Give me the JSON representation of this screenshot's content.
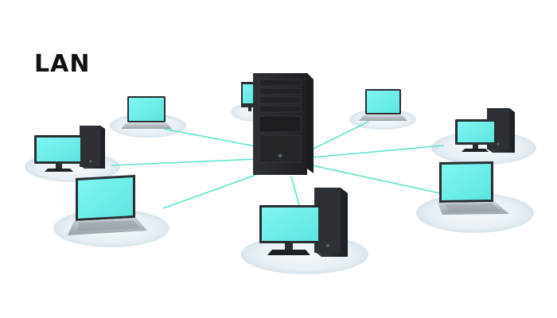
{
  "diagram": {
    "title": "LAN",
    "colors": {
      "link": "#5fe3cf",
      "screen": "#66f0ec",
      "case": "#2b2f33",
      "case_dark": "#17191b",
      "pad": "#e9f1f6",
      "pad_edge": "#d6e3ea",
      "laptop_base": "#b9c2c8"
    },
    "nodes": [
      {
        "id": "server",
        "kind": "server-tower"
      },
      {
        "id": "laptop-top-left",
        "kind": "laptop"
      },
      {
        "id": "desktop-behind-server",
        "kind": "desktop"
      },
      {
        "id": "laptop-top-right",
        "kind": "laptop"
      },
      {
        "id": "desktop-left",
        "kind": "desktop"
      },
      {
        "id": "desktop-right",
        "kind": "desktop"
      },
      {
        "id": "laptop-bottom-left",
        "kind": "laptop"
      },
      {
        "id": "desktop-bottom-center",
        "kind": "desktop"
      },
      {
        "id": "laptop-bottom-right",
        "kind": "laptop"
      }
    ],
    "links": [
      {
        "from": "server",
        "to": "laptop-top-left"
      },
      {
        "from": "server",
        "to": "laptop-top-right"
      },
      {
        "from": "server",
        "to": "desktop-left"
      },
      {
        "from": "server",
        "to": "desktop-right"
      },
      {
        "from": "server",
        "to": "laptop-bottom-left"
      },
      {
        "from": "server",
        "to": "desktop-bottom-center"
      },
      {
        "from": "server",
        "to": "laptop-bottom-right"
      }
    ]
  }
}
